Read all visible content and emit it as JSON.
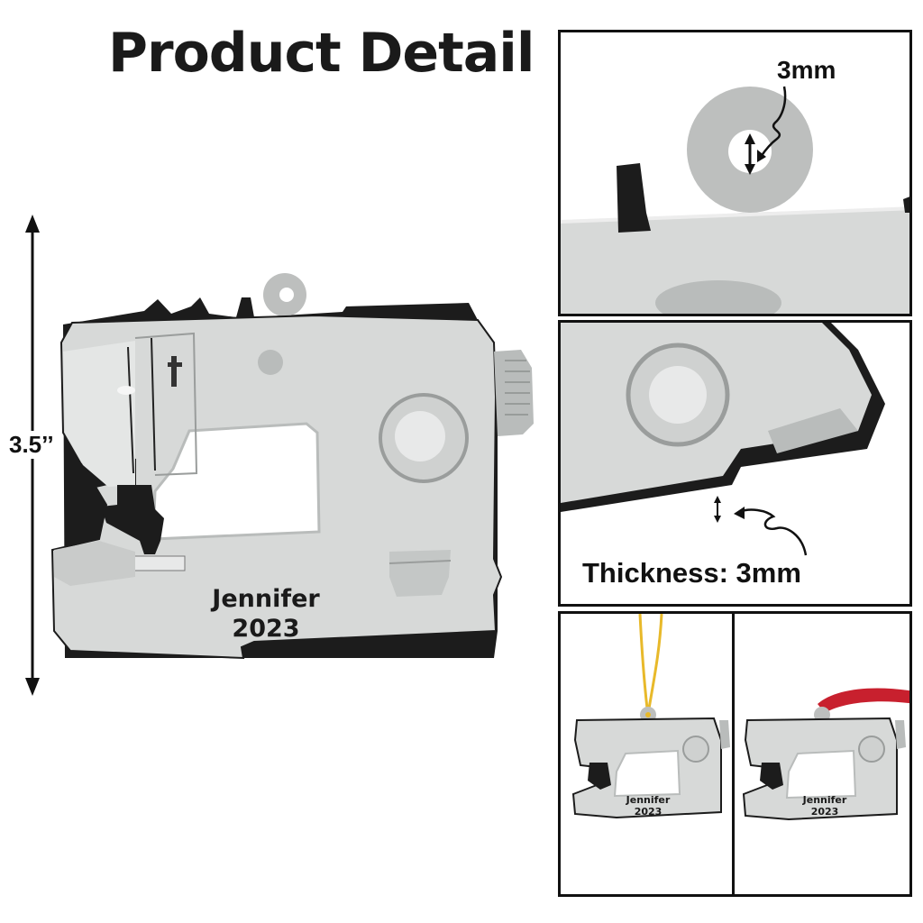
{
  "title": "Product Detail",
  "dimension": {
    "height_label": "3.5’’"
  },
  "personalization": {
    "name": "Jennifer",
    "year": "2023"
  },
  "details": {
    "hole": {
      "label": "3mm"
    },
    "thickness": {
      "label": "Thickness: 3mm"
    }
  },
  "colors": {
    "body": "#d7d9d8",
    "body_light": "#e4e6e5",
    "shadow": "#b9bcbb",
    "dark": "#1c1c1c",
    "gold_string": "#e8b92a",
    "red_ribbon": "#c8202e",
    "border": "#111111"
  },
  "icons": [
    "double-arrow-icon",
    "curly-arrow-icon",
    "sewing-machine-icon",
    "gold-string-icon",
    "red-ribbon-icon"
  ]
}
